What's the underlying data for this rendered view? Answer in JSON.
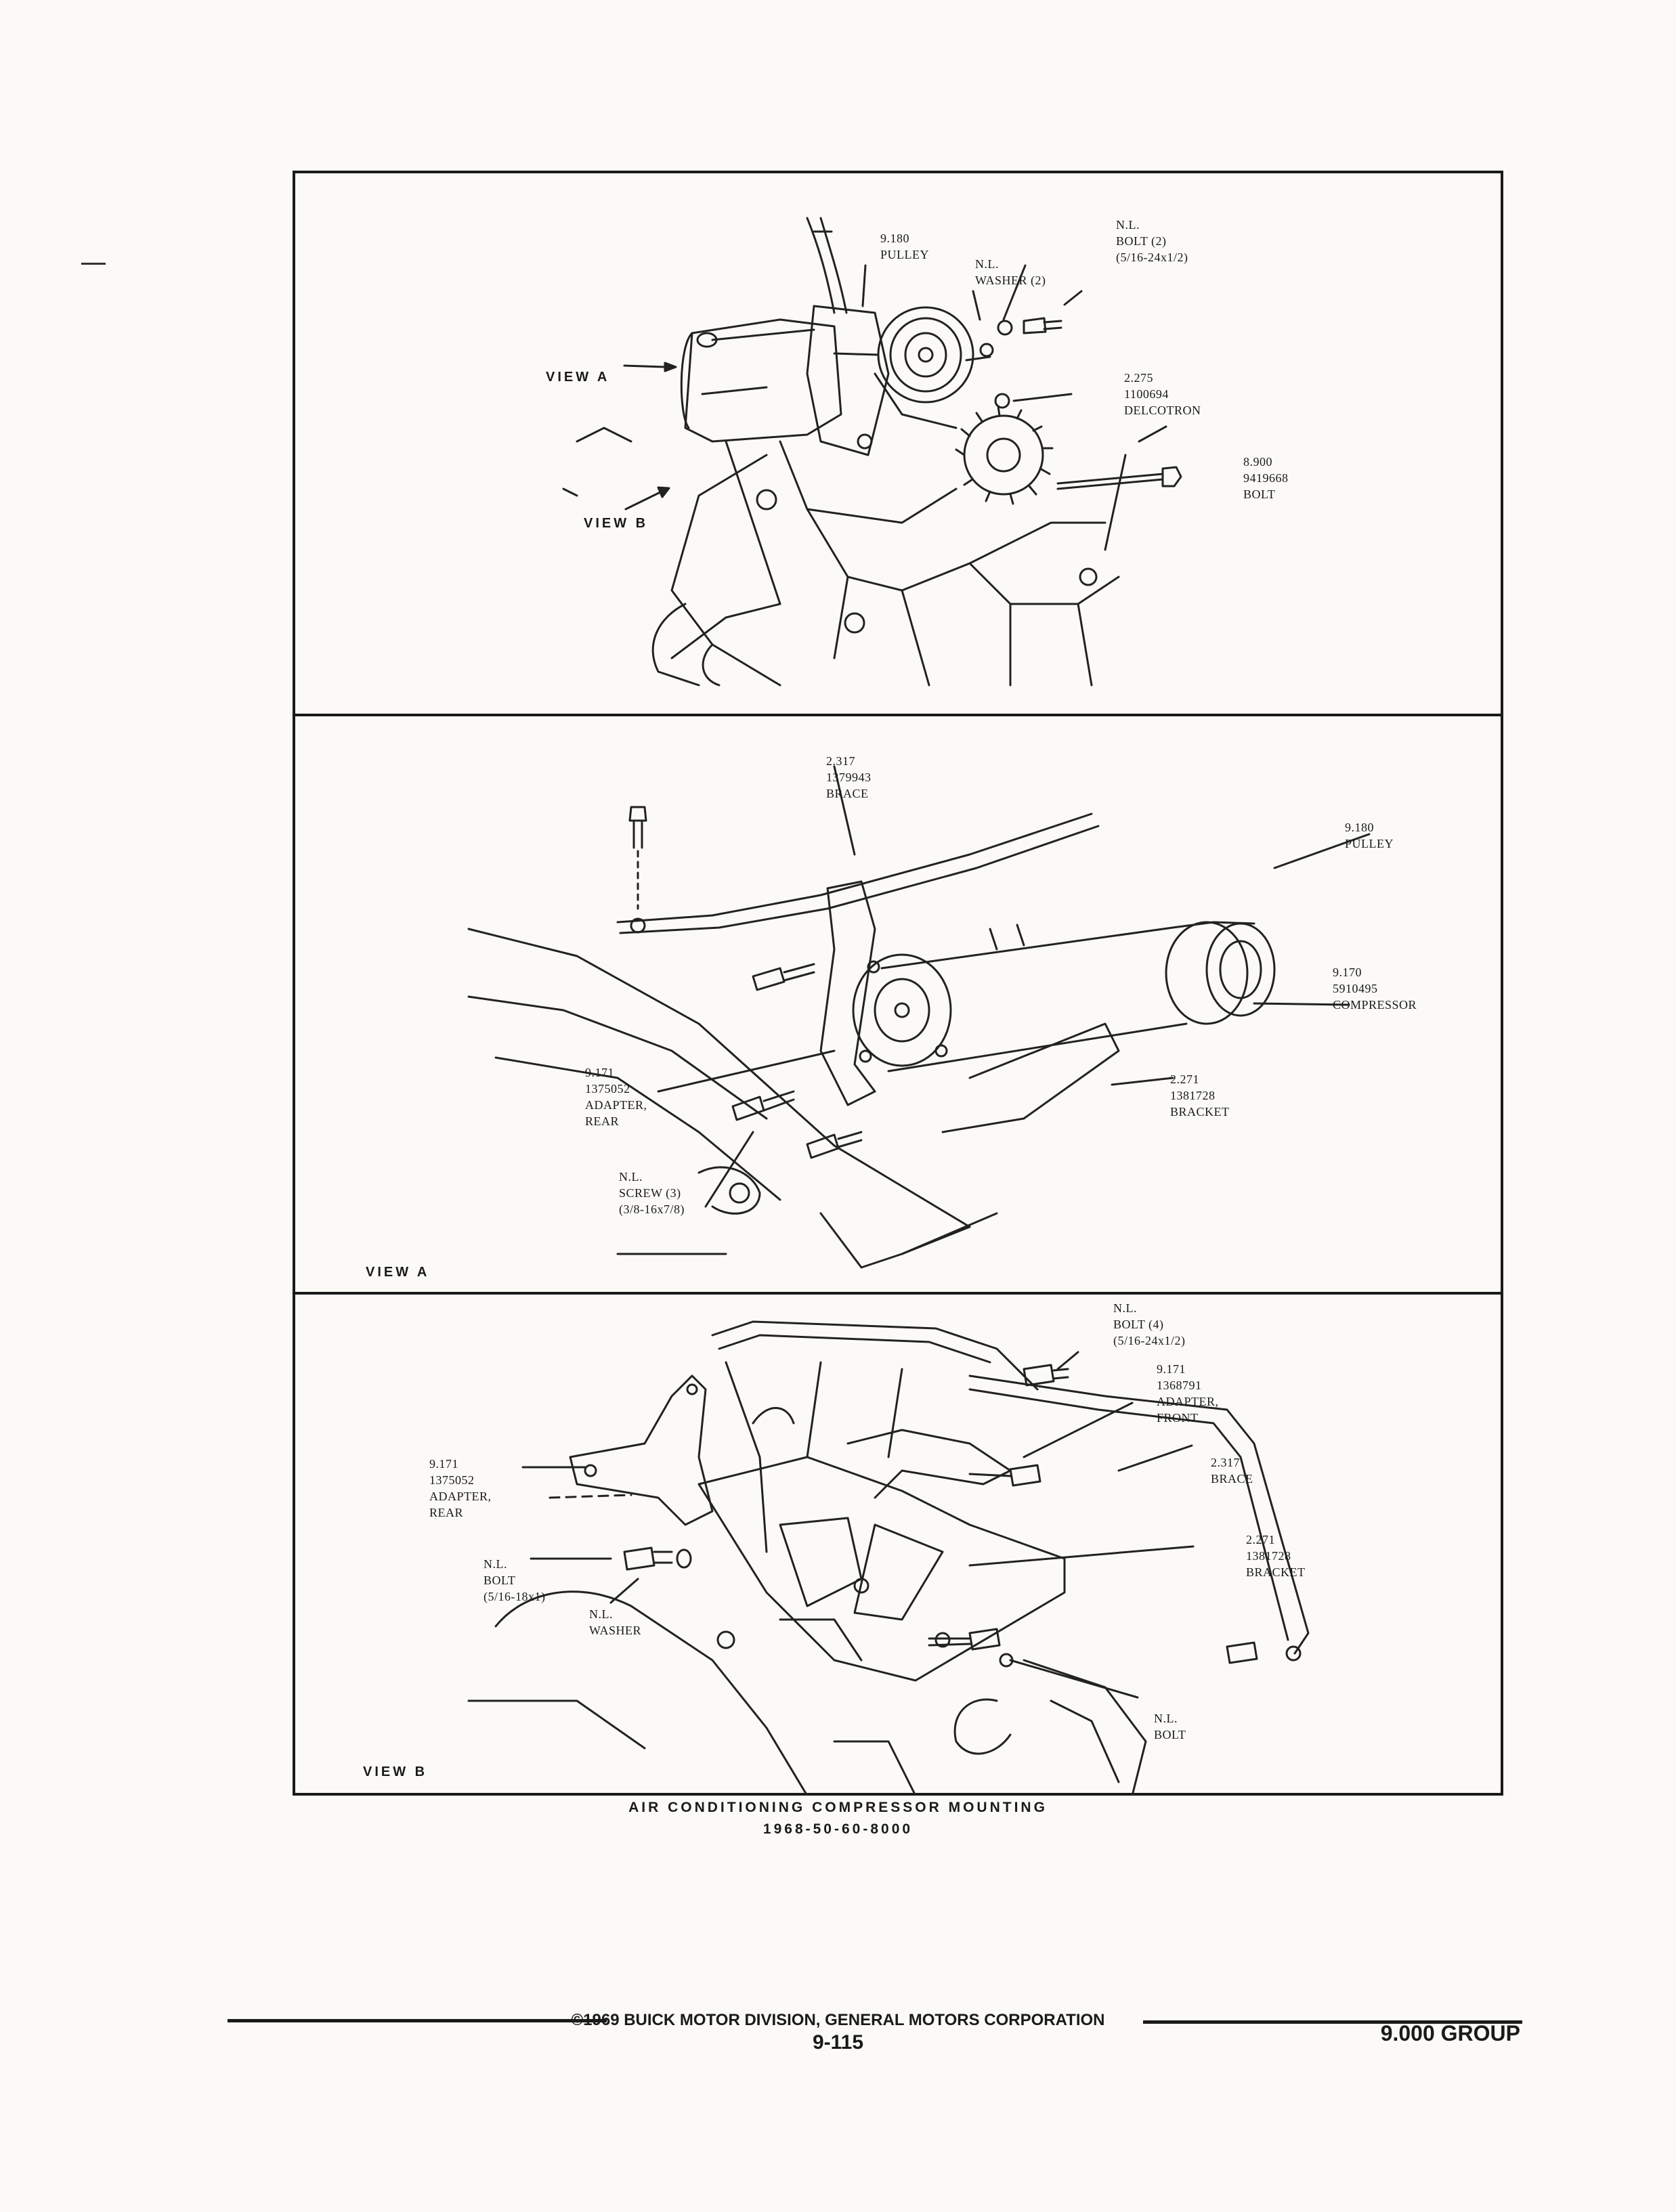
{
  "panel_a": {
    "view_a": "VIEW A",
    "view_b": "VIEW B",
    "pulley": "9.180\nPULLEY",
    "washer": "N.L.\nWASHER (2)",
    "bolt": "N.L.\nBOLT (2)\n(5/16-24x1/2)",
    "delcotron": "2.275\n1100694\nDELCOTRON",
    "bolt_8900": "8.900\n9419668\nBOLT"
  },
  "panel_b": {
    "brace": "2.317\n1379943\nBRACE",
    "pulley": "9.180\nPULLEY",
    "compressor": "9.170\n5910495\nCOMPRESSOR",
    "adapter_rear": "9.171\n1375052\nADAPTER,\nREAR",
    "bracket": "2.271\n1381728\nBRACKET",
    "screw": "N.L.\nSCREW (3)\n(3/8-16x7/8)",
    "view_label": "VIEW A"
  },
  "panel_c": {
    "bolt4": "N.L.\nBOLT (4)\n(5/16-24x1/2)",
    "adapter_front": "9.171\n1368791\nADAPTER,\nFRONT",
    "adapter_rear": "9.171\n1375052\nADAPTER,\nREAR",
    "brace": "2.317\nBRACE",
    "bracket": "2.271\n1381728\nBRACKET",
    "bolt_518": "N.L.\nBOLT\n(5/16-18x1)",
    "washer": "N.L.\nWASHER",
    "bolt": "N.L.\nBOLT",
    "view_label": "VIEW B"
  },
  "caption": {
    "title": "AIR CONDITIONING COMPRESSOR MOUNTING",
    "subtitle": "1968-50-60-8000"
  },
  "footer": {
    "copyright": "©1969 BUICK MOTOR DIVISION, GENERAL MOTORS CORPORATION",
    "page": "9-115",
    "group": "9.000 GROUP"
  }
}
